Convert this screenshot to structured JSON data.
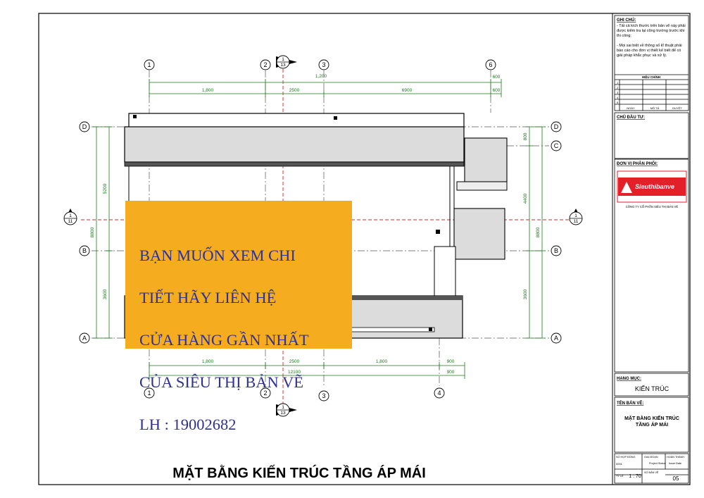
{
  "drawing": {
    "title": "MẶT BẰNG KIẾN TRÚC TẦNG ÁP MÁI",
    "grid_bubbles": {
      "top": [
        "1",
        "2",
        "3",
        "6"
      ],
      "bottom": [
        "1",
        "2",
        "3",
        "4"
      ],
      "left": [
        "D",
        "B",
        "A"
      ],
      "right": [
        "D",
        "C",
        "B",
        "A"
      ]
    },
    "section_markers": [
      {
        "top": "1",
        "bottom": "13"
      },
      {
        "top": "1",
        "bottom": "11"
      },
      {
        "top": "1",
        "bottom": "11"
      },
      {
        "top": "1",
        "bottom": "13"
      }
    ],
    "dimensions": {
      "top_total": "1,200",
      "top_seg": [
        "1,800",
        "2500",
        "6900",
        "600"
      ],
      "top_small": "600",
      "bottom_seg": [
        "1,800",
        "2500",
        "1,800",
        "900"
      ],
      "bottom_small": "900",
      "bottom_total": "12100",
      "left": [
        "5200",
        "8800",
        "3600"
      ],
      "right": [
        "800",
        "4400",
        "8800",
        "3600"
      ]
    }
  },
  "overlay": {
    "lines": [
      "BẠN MUỐN XEM CHI",
      "TIẾT HÃY LIÊN HỆ",
      "CỬA HÀNG GẦN NHẤT",
      "CỦA SIÊU THỊ BẢN VẼ",
      "LH : 19002682"
    ]
  },
  "title_block": {
    "notes_title": "GHI CHÚ:",
    "note_1": "- Tất cả kích thước trên bản vẽ này phải được kiểm tra lại công trường trước khi thi công;",
    "note_2": "- Mọi sai biệt về thông số kĩ thuật phải báo cáo cho đơn vị thiết kế biết để có giải pháp khắc phục và xử lý.",
    "revision_title": "HIỆU CHỈNH",
    "revision_rows": [
      "1",
      "2",
      "3",
      "4",
      "5"
    ],
    "revision_cols": [
      "NGÀY",
      "MÔ TẢ",
      "DUYỆT"
    ],
    "owner_label": "CHỦ ĐẦU TƯ:",
    "distributor_label": "ĐƠN VỊ PHÂN PHỐI:",
    "logo_text": "Sieuthibanve",
    "company": "CÔNG TY CỔ PHẦN SIÊU THỊ BẢN VẼ",
    "category_label": "HẠNG MỤC:",
    "category_value": "KIẾN TRÚC",
    "drawing_name_label": "TÊN BẢN VẼ:",
    "drawing_name_1": "MẶT BẰNG KIẾN TRÚC",
    "drawing_name_2": "TẦNG ÁP MÁI",
    "contract_label": "SỐ HỢP ĐỒNG",
    "contract_value": "0001",
    "stage_label": "GIAI ĐOẠN",
    "stage_value": "Project Status",
    "complete_label": "HOÀN THÀNH",
    "complete_value": "Issue Date",
    "scale_label": "TỶ LỆ",
    "scale_value": "1 : 70",
    "sheet_label": "SỐ BẢN VẼ",
    "sheet_value": "05"
  },
  "colors": {
    "overlay_bg": "#f6ac1f",
    "overlay_text": "#2f3190",
    "dimension": "#1a7a1a",
    "grid_line": "#d42a2a",
    "logo_red": "#e3202a"
  }
}
